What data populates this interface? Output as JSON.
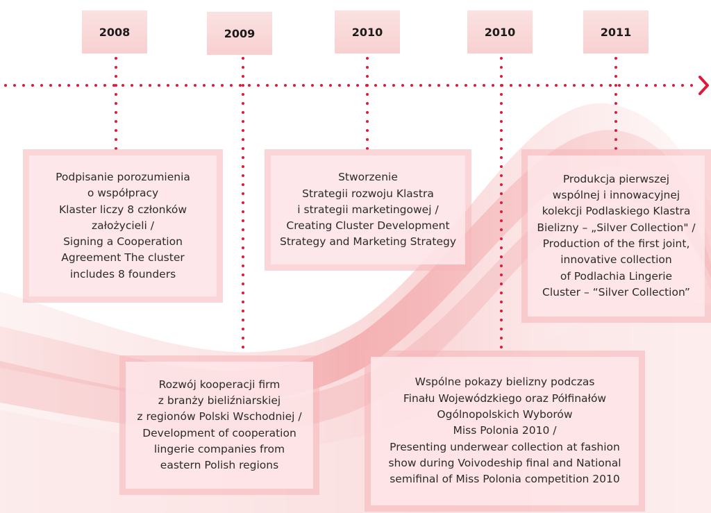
{
  "colors": {
    "accent_red": "#e0193a",
    "year_box": "#f8d6d6",
    "event_border": "#f4b0b6",
    "event_fill": "#ffeef0"
  },
  "arrow_icon": "chevron-right-icon",
  "timeline": {
    "years": [
      "2008",
      "2009",
      "2010",
      "2010",
      "2011"
    ],
    "events": [
      {
        "year": "2008",
        "text": "Podpisanie porozumienia\no współpracy\nKlaster liczy 8 członków\nzałożycieli /\nSigning a Cooperation\nAgreement The cluster\nincludes 8 founders"
      },
      {
        "year": "2009",
        "text": "Rozwój kooperacji firm\nz branży bieliźniarskiej\nz regionów Polski Wschodniej /\nDevelopment of cooperation\nlingerie companies from\neastern Polish regions"
      },
      {
        "year": "2010",
        "text": "Stworzenie\nStrategii rozwoju Klastra\ni strategii marketingowej /\nCreating Cluster Development\nStrategy and Marketing Strategy"
      },
      {
        "year": "2010",
        "text": "Wspólne pokazy bielizny podczas\nFinału Wojewódzkiego oraz Półfinałów\nOgólnopolskich Wyborów\nMiss Polonia 2010 /\nPresenting underwear collection at fashion\nshow during Voivodeship final and National\nsemifinal of Miss Polonia competition 2010"
      },
      {
        "year": "2011",
        "text": "Produkcja pierwszej\nwspólnej i innowacyjnej\nkolekcji Podlaskiego Klastra\nBielizny – „Silver Collection\" /\nProduction of the first joint,\ninnovative collection\nof Podlachia Lingerie\nCluster – “Silver Collection”"
      }
    ]
  }
}
